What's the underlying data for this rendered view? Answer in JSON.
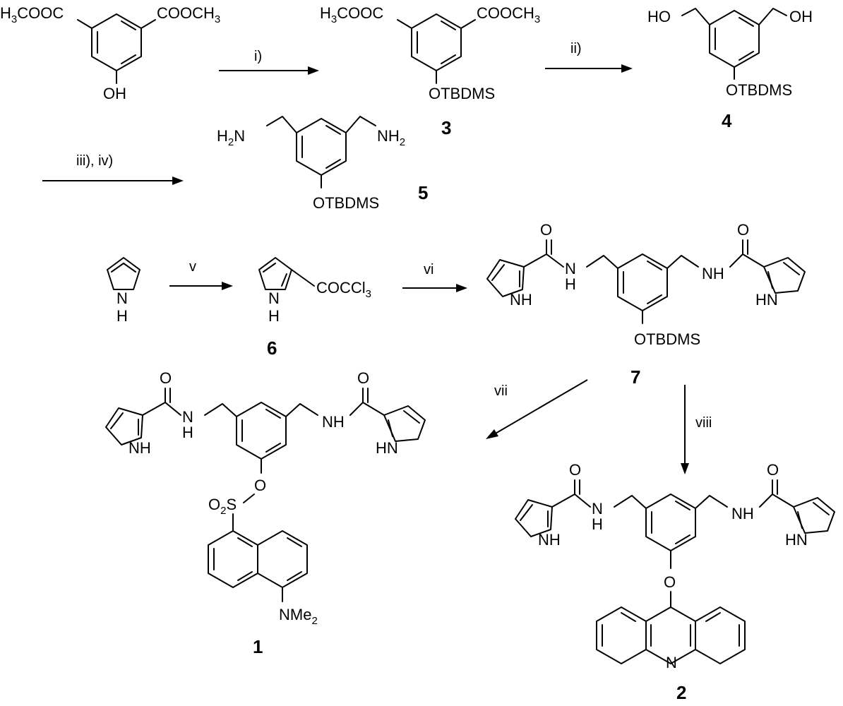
{
  "steps": {
    "s1": "i)",
    "s2": "ii)",
    "s3": "iii),  iv)",
    "s5": "v",
    "s6": "vi",
    "s7": "vii",
    "s8": "viii"
  },
  "compounds": {
    "c3": "3",
    "c4": "4",
    "c5": "5",
    "c6": "6",
    "c7": "7",
    "c1": "1",
    "c2": "2"
  },
  "atoms": {
    "h3c": "H",
    "h3c_sub": "3",
    "cooc_left": "COOC",
    "cooc_right": "COOCH",
    "ch3_sub": "3",
    "oh": "OH",
    "ho": "HO",
    "otbdms": "OTBDMS",
    "h2n_h": "H",
    "h2n_n": "N",
    "two": "2",
    "nh2": "NH",
    "nh": "NH",
    "n": "N",
    "h": "H",
    "hn": "HN",
    "o": "O",
    "coccl": "COCCl",
    "cl_sub": "3",
    "o2s": "O",
    "o2s_sub": "2",
    "s": "S",
    "nme": "NMe",
    "nme_sub": "2"
  }
}
